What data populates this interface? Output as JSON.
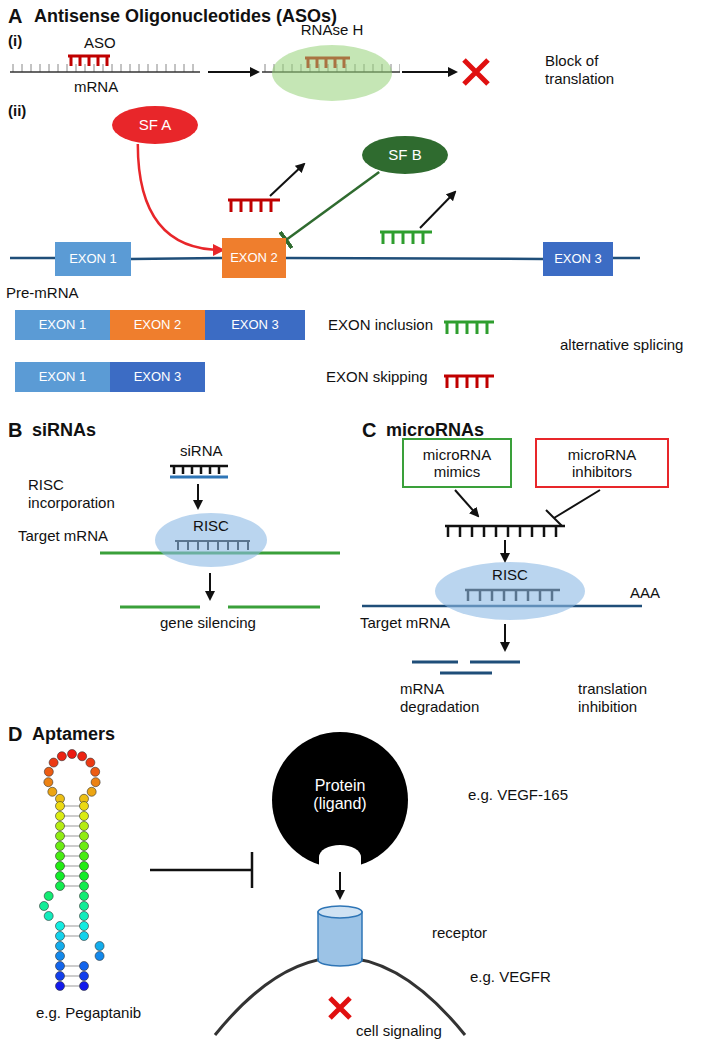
{
  "diagram": {
    "nodes": [
      {
        "text": [
          "RNAse H"
        ]
      },
      {
        "text": [
          "SF A"
        ]
      },
      {
        "text": [
          "SF B"
        ]
      },
      {
        "text": [
          "EXON 1"
        ]
      },
      {
        "text": [
          "EXON 2"
        ]
      },
      {
        "text": [
          "EXON 3"
        ]
      },
      {
        "text": [
          "EXON 1"
        ]
      },
      {
        "text": [
          "EXON 2"
        ]
      },
      {
        "text": [
          "EXON 3"
        ]
      },
      {
        "text": [
          "EXON 1"
        ]
      },
      {
        "text": [
          "EXON 3"
        ]
      },
      {
        "text": [
          "RISC"
        ]
      },
      {
        "text": [
          "microRNA mimics"
        ]
      },
      {
        "text": [
          "microRNA inhibitors"
        ]
      },
      {
        "text": [
          "RISC"
        ]
      },
      {
        "text": [
          "Protein (ligand)"
        ]
      }
    ],
    "edges": [
      {
        "from": 1,
        "to": 4,
        "arrow": "to"
      },
      {
        "from": 2,
        "to": 4,
        "arrow": "to"
      },
      {
        "from": 3,
        "to": 4,
        "arrow": "none"
      },
      {
        "from": 4,
        "to": 5,
        "arrow": "none"
      }
    ],
    "labels": [
      "A",
      "Antisense Oligonucleotides (ASOs)",
      "(i)",
      "ASO",
      "mRNA",
      "Block of translation",
      "(ii)",
      "Pre-mRNA",
      "EXON inclusion",
      "alternative splicing",
      "EXON skipping",
      "B",
      "siRNAs",
      "siRNA",
      "RISC incorporation",
      "Target mRNA",
      "gene silencing",
      "C",
      "microRNAs",
      "AAA",
      "Target mRNA",
      "mRNA degradation",
      "translation inhibition",
      "D",
      "Aptamers",
      "e.g. Pegaptanib",
      "e.g. VEGF-165",
      "receptor",
      "e.g. VEGFR",
      "cell signaling"
    ]
  }
}
